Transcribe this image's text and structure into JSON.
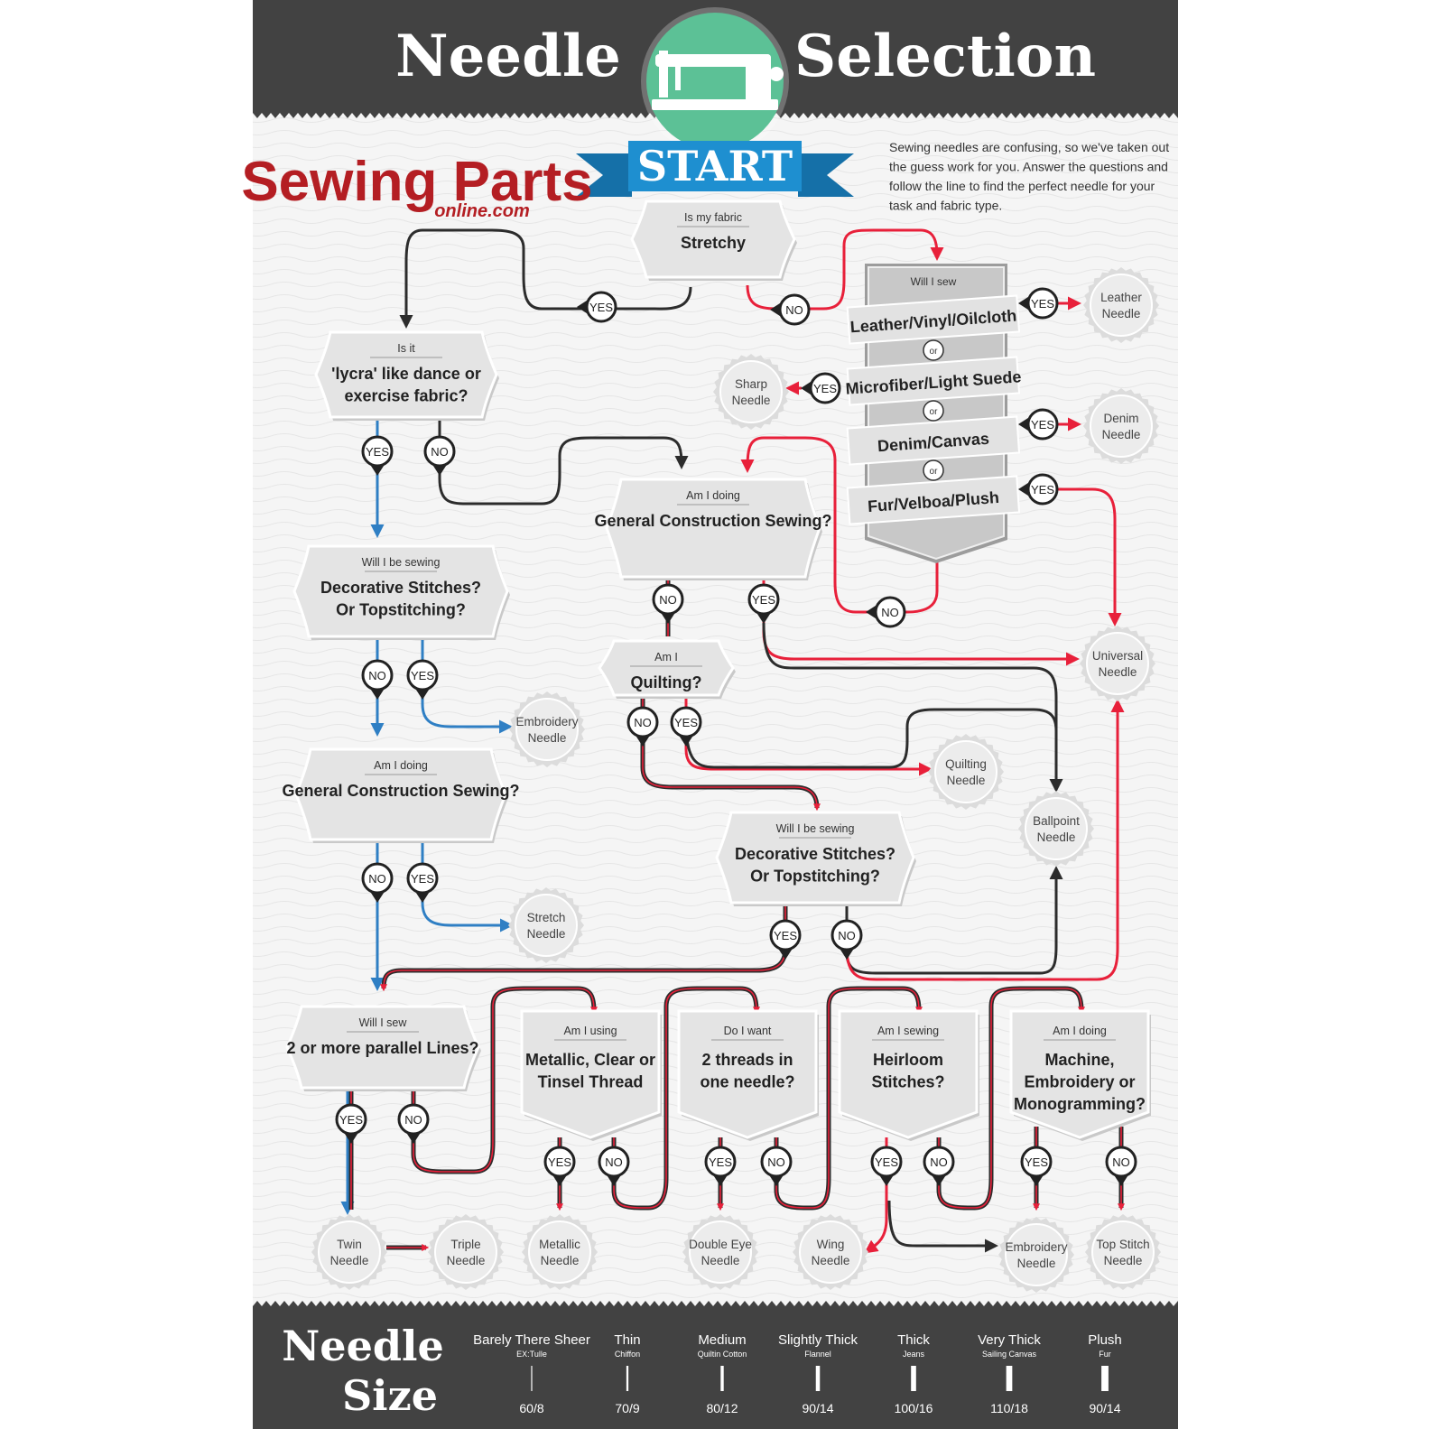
{
  "header": {
    "title_left": "Needle",
    "title_right": "Selection",
    "start_label": "START"
  },
  "brand": {
    "name": "Sewing Parts",
    "domain": "online.com"
  },
  "intro": {
    "lines": [
      "Sewing needles are confusing, so we've taken out",
      "the guess work for you.  Answer the questions and",
      "follow the line to find the perfect needle for your",
      "task and fabric type."
    ]
  },
  "questions": {
    "stretchy": {
      "pre": "Is my fabric",
      "lines": [
        "Stretchy"
      ]
    },
    "lycra": {
      "pre": "Is it",
      "lines": [
        "'lycra' like dance or",
        "exercise fabric?"
      ]
    },
    "deco_left": {
      "pre": "Will I be sewing",
      "lines": [
        "Decorative Stitches?",
        "Or Topstitching?"
      ]
    },
    "general_left": {
      "pre": "Am I doing",
      "lines": [
        "General Construction Sewing?"
      ]
    },
    "general_mid": {
      "pre": "Am I doing",
      "lines": [
        "General Construction Sewing?"
      ]
    },
    "quilting": {
      "pre": "Am I",
      "lines": [
        "Quilting?"
      ]
    },
    "deco_mid": {
      "pre": "Will I be sewing",
      "lines": [
        "Decorative Stitches?",
        "Or Topstitching?"
      ]
    },
    "parallel": {
      "pre": "Will I sew",
      "lines": [
        "2 or more parallel Lines?"
      ]
    },
    "metallic": {
      "pre": "Am I using",
      "lines": [
        "Metallic, Clear or",
        "Tinsel Thread"
      ]
    },
    "two_threads": {
      "pre": "Do I want",
      "lines": [
        "2 threads in",
        "one needle?"
      ]
    },
    "heirloom": {
      "pre": "Am I sewing",
      "lines": [
        "Heirloom",
        "Stitches?"
      ]
    },
    "machine": {
      "pre": "Am I doing",
      "lines": [
        "Machine,",
        "Embroidery or",
        "Monogramming?"
      ]
    }
  },
  "banner": {
    "pre": "Will I sew",
    "options": [
      "Leather/Vinyl/Oilcloth",
      "Microfiber/Light Suede",
      "Denim/Canvas",
      "Fur/Velboa/Plush"
    ],
    "or_label": "or"
  },
  "answers": {
    "yes": "YES",
    "no": "NO"
  },
  "needles": {
    "leather": [
      "Leather",
      "Needle"
    ],
    "sharp": [
      "Sharp",
      "Needle"
    ],
    "denim": [
      "Denim",
      "Needle"
    ],
    "universal": [
      "Universal",
      "Needle"
    ],
    "embroidery_top": [
      "Embroidery",
      "Needle"
    ],
    "quilting": [
      "Quilting",
      "Needle"
    ],
    "ballpoint": [
      "Ballpoint",
      "Needle"
    ],
    "stretch": [
      "Stretch",
      "Needle"
    ],
    "twin": [
      "Twin",
      "Needle"
    ],
    "triple": [
      "Triple",
      "Needle"
    ],
    "metallic": [
      "Metallic",
      "Needle"
    ],
    "double_eye": [
      "Double Eye",
      "Needle"
    ],
    "wing": [
      "Wing",
      "Needle"
    ],
    "embroidery_bottom": [
      "Embroidery",
      "Needle"
    ],
    "top_stitch": [
      "Top Stitch",
      "Needle"
    ]
  },
  "size_section": {
    "title_1": "Needle",
    "title_2": "Size",
    "sizes": [
      {
        "weight": "Barely There Sheer",
        "example": "EX:Tulle",
        "size": "60/8"
      },
      {
        "weight": "Thin",
        "example": "Chiffon",
        "size": "70/9"
      },
      {
        "weight": "Medium",
        "example": "Quiltin Cotton",
        "size": "80/12"
      },
      {
        "weight": "Slightly Thick",
        "example": "Flannel",
        "size": "90/14"
      },
      {
        "weight": "Thick",
        "example": "Jeans",
        "size": "100/16"
      },
      {
        "weight": "Very Thick",
        "example": "Sailing Canvas",
        "size": "110/18"
      },
      {
        "weight": "Plush",
        "example": "Fur",
        "size": "90/14"
      }
    ]
  },
  "colors": {
    "header_bg": "#424242",
    "start_green": "#5cc196",
    "start_blue": "#1e8fd0",
    "brand_red": "#b41e23",
    "path_red": "#e8203a",
    "path_black": "#2c2c2c",
    "path_blue": "#2f7fc4"
  }
}
